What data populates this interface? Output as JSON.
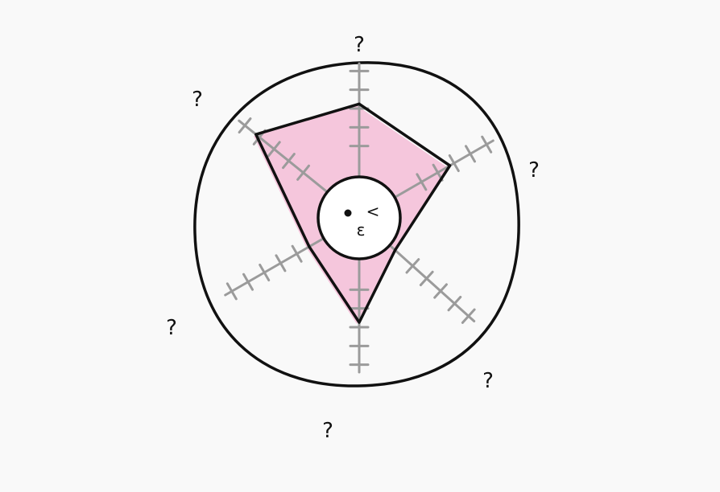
{
  "colors": {
    "background": "#f9f9f9",
    "outline": "#111111",
    "axis": "#9b9b9b",
    "fill": "#f5c6dc",
    "face": "#ffffff"
  },
  "labels": [
    "?",
    "?",
    "?",
    "?",
    "?",
    "?"
  ],
  "face": {
    "wink": "<",
    "mouth": "ɛ",
    "icons": [
      "winking-face-icon"
    ]
  },
  "chart_data": {
    "type": "radar",
    "axis_count": 6,
    "ticks_per_axis": 5,
    "axis_labels": [
      "?",
      "?",
      "?",
      "?",
      "?",
      "?"
    ],
    "values": [
      3.5,
      3.0,
      0.0,
      3.0,
      0.5,
      4.5
    ],
    "max": 6
  }
}
